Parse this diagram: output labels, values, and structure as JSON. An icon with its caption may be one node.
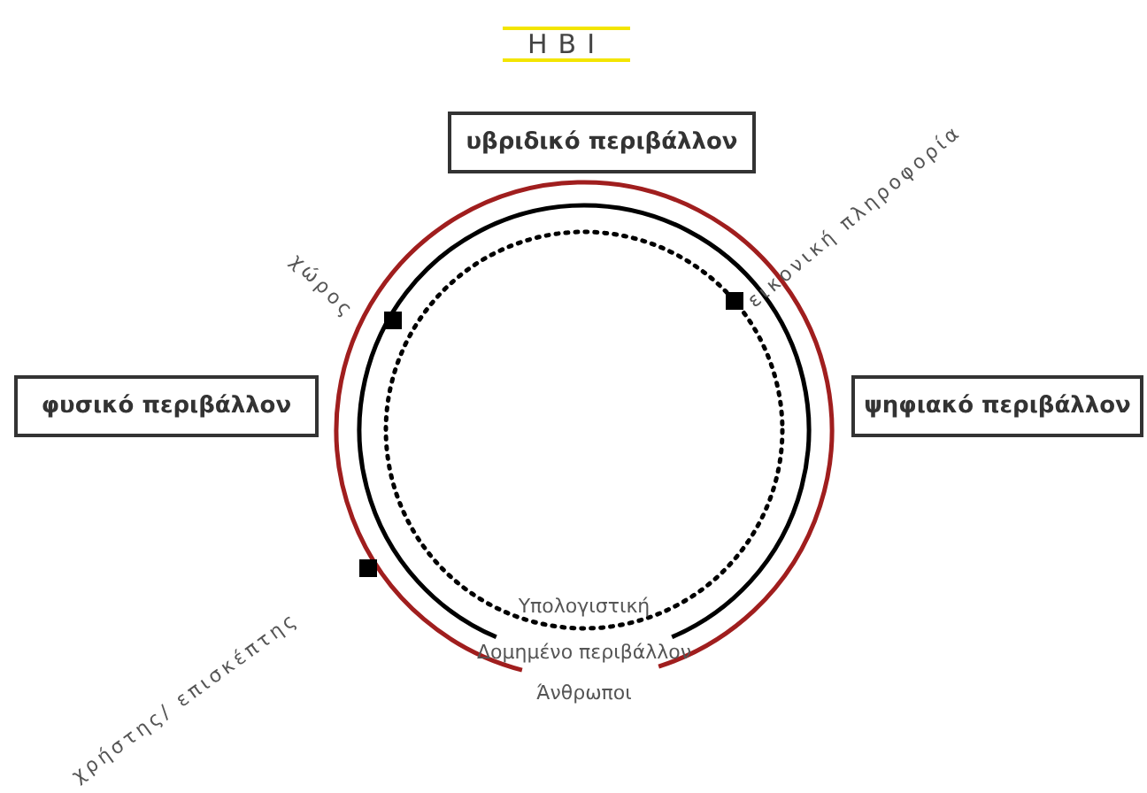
{
  "diagram": {
    "title": "HBI",
    "nodes": [
      {
        "text": [
          "υβριδικό περιβάλλον"
        ]
      },
      {
        "text": [
          "φυσικό περιβάλλον"
        ]
      },
      {
        "text": [
          "ψηφιακό περιβάλλον"
        ]
      },
      {
        "text": [
          "Άνθρωποι"
        ]
      },
      {
        "text": [
          "Δομημένο περιβάλλον"
        ],
        "in": 3
      },
      {
        "text": [
          "Υπολογιστική"
        ],
        "in": 4
      }
    ],
    "edges": [],
    "labels": [
      "χώρος",
      "εικονική πληροφορία",
      "χρήστης/ επισκέπτης"
    ]
  }
}
